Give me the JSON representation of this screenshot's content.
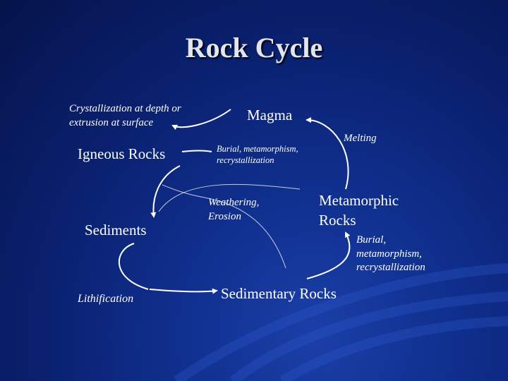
{
  "title": "Rock Cycle",
  "nodes": {
    "magma": "Magma",
    "igneous": "Igneous Rocks",
    "sediments": "Sediments",
    "metamorphic": "Metamorphic Rocks",
    "sedimentary": "Sedimentary Rocks"
  },
  "processes": {
    "crystallization": "Crystallization at depth or extrusion at surface",
    "burial_igneous": "Burial, metamorphism, recrystallization",
    "melting": "Melting",
    "weathering": "Weathering, Erosion",
    "burial_sedimentary": "Burial, metamorphism, recrystallization",
    "lithification": "Lithification"
  }
}
